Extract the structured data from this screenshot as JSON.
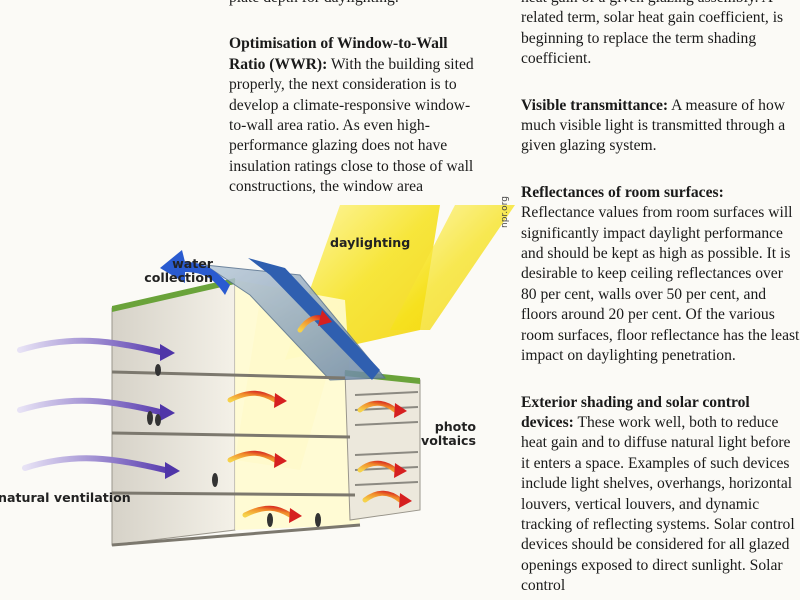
{
  "middle_column": {
    "top_fragment": "plate depth for daylighting.",
    "wwr_heading": "Optimisation of Window-to-Wall Ratio (WWR):",
    "wwr_body": " With the building sited properly, the next consideration is to develop a climate-responsive window-to-wall area ratio. As even high-performance glazing does not have insulation ratings close to those of wall constructions, the window area"
  },
  "right_column": {
    "top_fragment": "heat gain of a given glazing assembly. A related term, solar heat gain coefficient, is beginning to replace the term shading coefficient.",
    "vt_heading": "Visible transmittance:",
    "vt_body": " A measure of how much visible light is transmitted through a given glazing system.",
    "refl_heading": "Reflectances of room surfaces:",
    "refl_body": " Reflectance values from room surfaces will significantly impact daylight performance and should be kept as high as possible. It is desirable to keep ceiling reflectances over 80 per cent, walls over 50 per cent, and floors around 20 per cent. Of the various room surfaces, floor reflectance has the least impact on daylighting penetration.",
    "shade_heading": "Exterior shading and solar control devices:",
    "shade_body": " These work well, both to reduce heat gain and to diffuse natural light before it enters a space. Examples of such devices include light shelves, overhangs, horizontal louvers, vertical louvers, and dynamic tracking of reflecting systems. Solar control devices should be considered for all glazed openings exposed to direct sunlight. Solar control"
  },
  "diagram": {
    "label_water": "water collection",
    "label_daylighting": "daylighting",
    "label_pv": "photo voltaics",
    "label_ventilation": "natural ventilation",
    "credit": "npr.org"
  }
}
